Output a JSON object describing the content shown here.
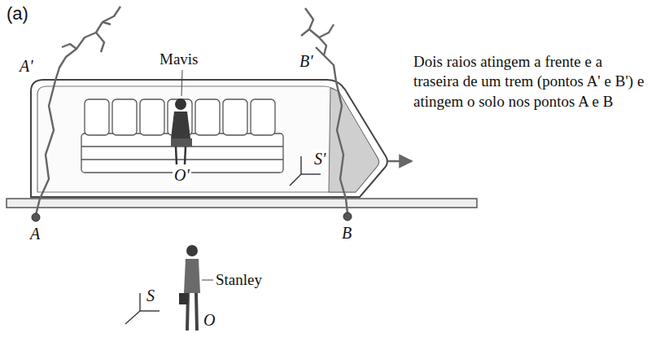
{
  "diagram": {
    "labels": [
      "(a)",
      "A'",
      "B'",
      "Mavis",
      "Dois raios atingem a frente e a traseira de um trem (pontos A' e B') e atingem o solo nos pontos A e B",
      "S'",
      "O'",
      "A",
      "B",
      "Stanley",
      "S",
      "O"
    ]
  }
}
